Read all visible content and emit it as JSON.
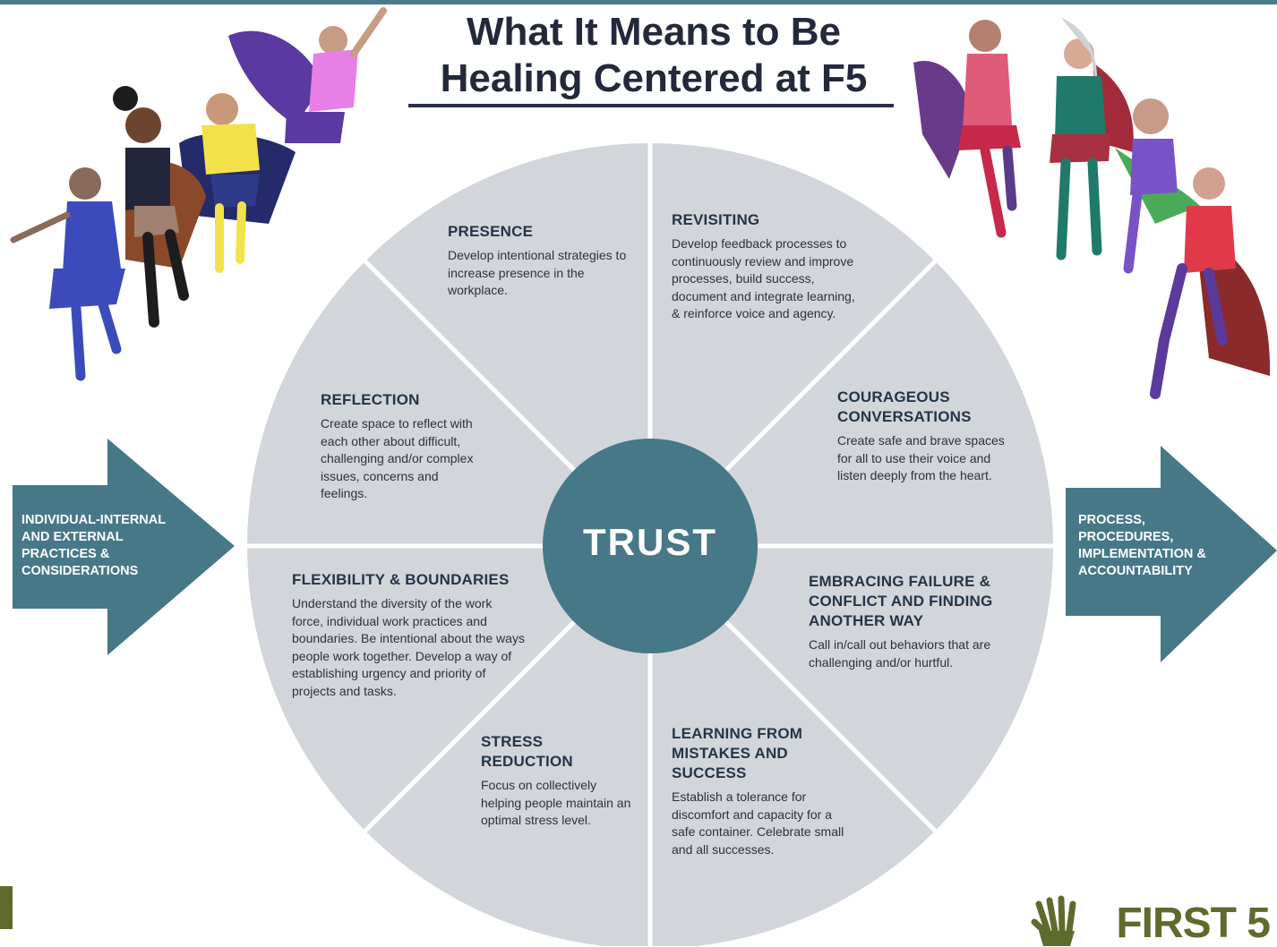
{
  "title": {
    "line1": "What It Means to Be",
    "line2": "Healing Centered at F5"
  },
  "center_label": "TRUST",
  "segments": [
    {
      "id": "presence",
      "heading": "PRESENCE",
      "body": "Develop intentional strategies to increase presence in the workplace."
    },
    {
      "id": "revisiting",
      "heading": "REVISITING",
      "body": "Develop feedback processes to continuously review and improve processes, build success, document and integrate learning, & reinforce voice and agency."
    },
    {
      "id": "courageous-conversations",
      "heading": "COURAGEOUS CONVERSATIONS",
      "body": "Create safe and brave spaces for all to use their voice and listen deeply from the heart."
    },
    {
      "id": "embracing-failure",
      "heading": "EMBRACING FAILURE & CONFLICT AND FINDING ANOTHER WAY",
      "body": "Call in/call out behaviors that are challenging and/or hurtful."
    },
    {
      "id": "learning-from-mistakes",
      "heading": "LEARNING FROM MISTAKES AND SUCCESS",
      "body": "Establish a tolerance for discomfort and capacity for a safe container. Celebrate small and all successes."
    },
    {
      "id": "stress-reduction",
      "heading": "STRESS REDUCTION",
      "body": "Focus on collectively helping people maintain an optimal stress level."
    },
    {
      "id": "flexibility-boundaries",
      "heading": "FLEXIBILITY & BOUNDARIES",
      "body": "Understand the diversity of the work force, individual work practices and boundaries. Be intentional about the ways people work together. Develop a way of establishing urgency and priority of projects and tasks."
    },
    {
      "id": "reflection",
      "heading": "REFLECTION",
      "body": "Create space to reflect with each other about difficult, challenging and/or complex issues, concerns and feelings."
    }
  ],
  "arrows": {
    "left": "INDIVIDUAL-INTERNAL\nAND EXTERNAL\nPRACTICES  &\nCONSIDERATIONS",
    "right": "PROCESS,\nPROCEDURES,\nIMPLEMENTATION &\nACCOUNTABILITY"
  },
  "logo": {
    "text": "FIRST 5",
    "icon": "hand-logo-icon"
  },
  "illustrations": [
    "superhero-group-left",
    "superhero-group-right"
  ],
  "colors": {
    "wheel_fill": "#d2d6da",
    "wheel_lines": "#ffffff",
    "center_fill": "#477888",
    "arrow_fill": "#477888",
    "title_text": "#23283a",
    "logo": "#5e6b2c"
  }
}
